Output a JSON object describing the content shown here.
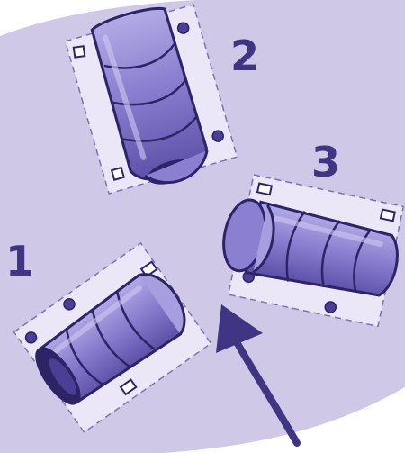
{
  "steps": [
    {
      "label": "1"
    },
    {
      "label": "2"
    },
    {
      "label": "3"
    }
  ],
  "colors": {
    "background": "#cfc8e6",
    "tab_fill": "#ebe7f6",
    "tube_main": "#8a7fd0",
    "tube_light": "#a79ee0",
    "tube_dark": "#4b3f95",
    "outline": "#2d2466",
    "dash": "#7d73b4",
    "arrow": "#3f3583"
  },
  "icons": [
    "curved-arrow-icon",
    "pin-dot-icon",
    "square-marker-icon"
  ]
}
